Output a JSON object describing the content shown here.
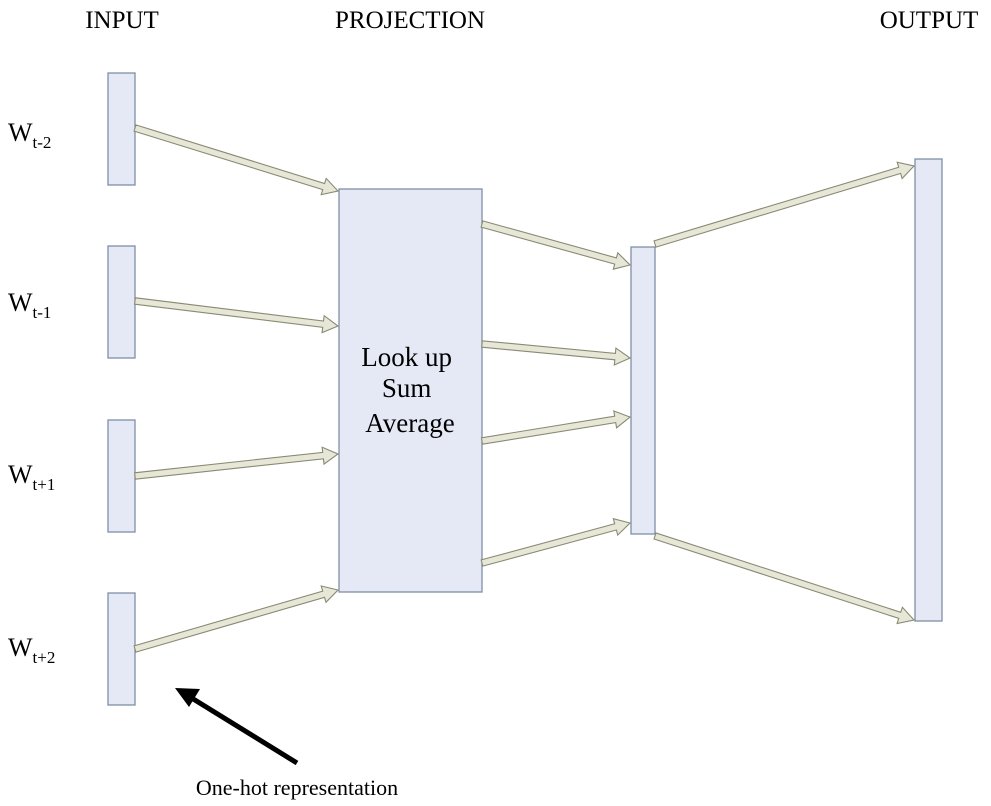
{
  "headers": {
    "input": "INPUT",
    "projection": "PROJECTION",
    "output": "OUTPUT"
  },
  "inputs": [
    {
      "base": "W",
      "sub": "t-2"
    },
    {
      "base": "W",
      "sub": "t-1"
    },
    {
      "base": "W",
      "sub": "t+1"
    },
    {
      "base": "W",
      "sub": "t+2"
    }
  ],
  "projection_lines": [
    "Look up",
    "Sum",
    "Average"
  ],
  "annotation": "One-hot representation",
  "colors": {
    "box_fill": "#e4e9f5",
    "box_stroke": "#7f8ea6",
    "arrow_fill": "#e6e7d6",
    "arrow_stroke": "#8a8a74",
    "pointer": "#000000"
  }
}
